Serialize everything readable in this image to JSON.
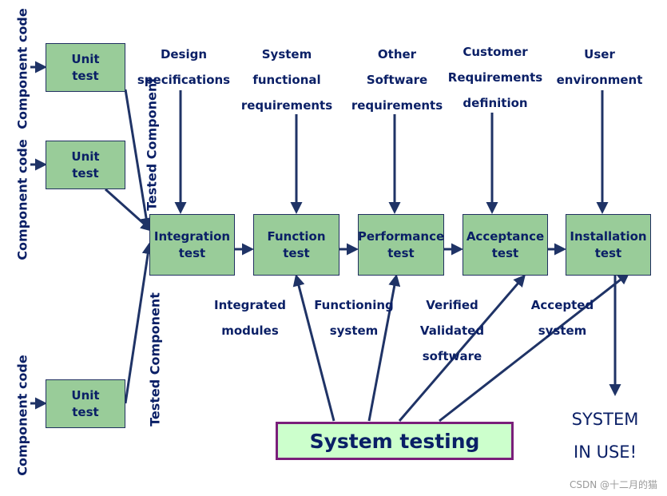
{
  "colors": {
    "text": "#0a1f66",
    "box_fill": "#99cc99",
    "system_box_fill": "#ccffcc",
    "system_box_border": "#7a1f7a",
    "arrow": "#1f3366"
  },
  "unit_tests": [
    {
      "line1": "Unit",
      "line2": "test"
    },
    {
      "line1": "Unit",
      "line2": "test"
    },
    {
      "line1": "Unit",
      "line2": "test"
    }
  ],
  "test_stages": [
    {
      "line1": "Integration",
      "line2": "test"
    },
    {
      "line1": "Function",
      "line2": "test"
    },
    {
      "line1": "Performance",
      "line2": "test"
    },
    {
      "line1": "Acceptance",
      "line2": "test"
    },
    {
      "line1": "Installation",
      "line2": "test"
    }
  ],
  "inputs": [
    {
      "lines": [
        "Design",
        "specifications"
      ]
    },
    {
      "lines": [
        "System",
        "functional",
        "requirements"
      ]
    },
    {
      "lines": [
        "Other",
        "Software",
        "requirements"
      ]
    },
    {
      "lines": [
        "Customer",
        "Requirements",
        "definition"
      ]
    },
    {
      "lines": [
        "User",
        "environment"
      ]
    }
  ],
  "outputs": [
    {
      "lines": [
        "Integrated",
        "modules"
      ]
    },
    {
      "lines": [
        "Functioning",
        "system"
      ]
    },
    {
      "lines": [
        "Verified",
        "Validated",
        "software"
      ]
    },
    {
      "lines": [
        "Accepted",
        "system"
      ]
    }
  ],
  "side_labels": {
    "component_code_1": "Component code",
    "component_code_2": "Component code",
    "component_code_3": "Component code",
    "tested_component_1": "Tested Component",
    "tested_component_2": "Tested Component"
  },
  "system_testing": "System testing",
  "system_in_use": {
    "line1": "SYSTEM",
    "line2": "IN USE!"
  },
  "watermark": "CSDN @十二月的猫"
}
